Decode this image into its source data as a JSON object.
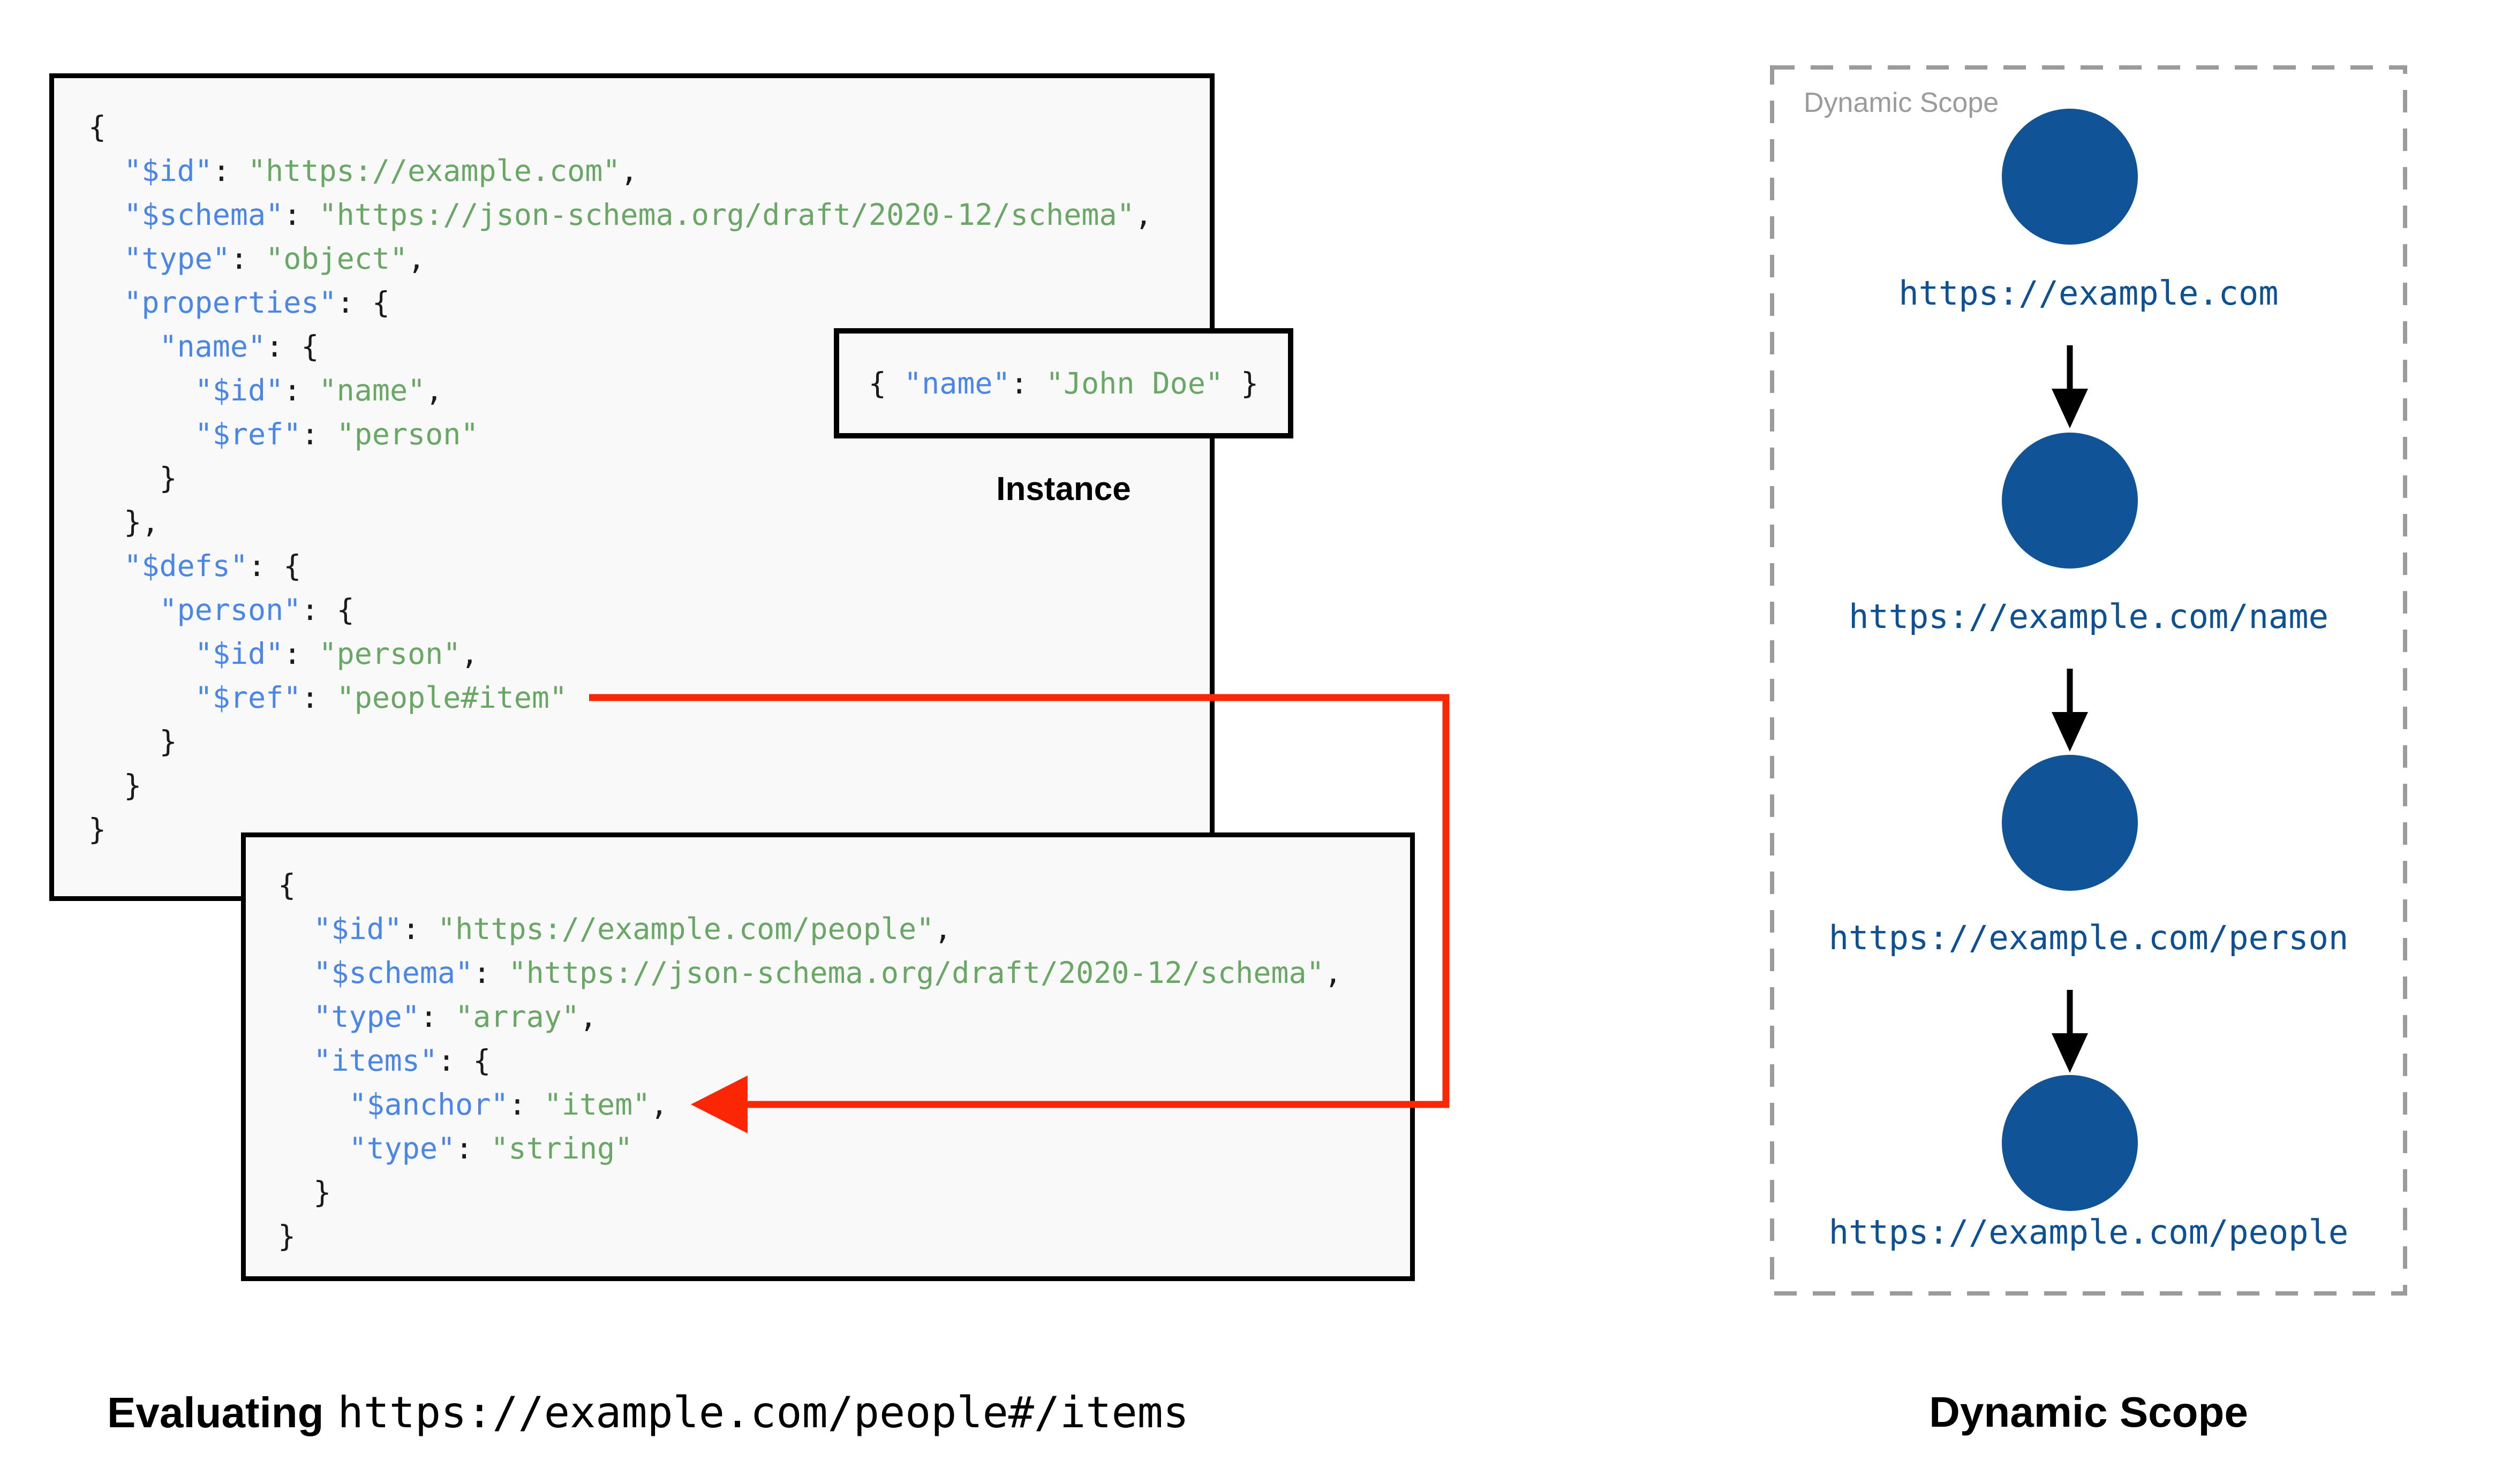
{
  "title": "JSON Schema dynamic scope evaluation diagram",
  "colors": {
    "json_key": "#4a86e8",
    "json_string": "#69a765",
    "json_punct": "#1b1b1b",
    "box_background": "#f9f9fa",
    "box_border": "#000000",
    "connector_red": "#fb2604",
    "node_fill": "#115397",
    "uri_text": "#0e5094",
    "muted_gray": "#9b9b9b",
    "caption_black": "#000000"
  },
  "schema_root": {
    "lines": [
      [
        {
          "c": "p",
          "t": "{"
        }
      ],
      [
        {
          "c": "p",
          "t": "  "
        },
        {
          "c": "k",
          "t": "\"$id\""
        },
        {
          "c": "p",
          "t": ": "
        },
        {
          "c": "s",
          "t": "\"https://example.com\""
        },
        {
          "c": "p",
          "t": ","
        }
      ],
      [
        {
          "c": "p",
          "t": "  "
        },
        {
          "c": "k",
          "t": "\"$schema\""
        },
        {
          "c": "p",
          "t": ": "
        },
        {
          "c": "s",
          "t": "\"https://json-schema.org/draft/2020-12/schema\""
        },
        {
          "c": "p",
          "t": ","
        }
      ],
      [
        {
          "c": "p",
          "t": "  "
        },
        {
          "c": "k",
          "t": "\"type\""
        },
        {
          "c": "p",
          "t": ": "
        },
        {
          "c": "s",
          "t": "\"object\""
        },
        {
          "c": "p",
          "t": ","
        }
      ],
      [
        {
          "c": "p",
          "t": "  "
        },
        {
          "c": "k",
          "t": "\"properties\""
        },
        {
          "c": "p",
          "t": ": {"
        }
      ],
      [
        {
          "c": "p",
          "t": "    "
        },
        {
          "c": "k",
          "t": "\"name\""
        },
        {
          "c": "p",
          "t": ": {"
        }
      ],
      [
        {
          "c": "p",
          "t": "      "
        },
        {
          "c": "k",
          "t": "\"$id\""
        },
        {
          "c": "p",
          "t": ": "
        },
        {
          "c": "s",
          "t": "\"name\""
        },
        {
          "c": "p",
          "t": ","
        }
      ],
      [
        {
          "c": "p",
          "t": "      "
        },
        {
          "c": "k",
          "t": "\"$ref\""
        },
        {
          "c": "p",
          "t": ": "
        },
        {
          "c": "s",
          "t": "\"person\""
        }
      ],
      [
        {
          "c": "p",
          "t": "    }"
        }
      ],
      [
        {
          "c": "p",
          "t": "  },"
        }
      ],
      [
        {
          "c": "p",
          "t": "  "
        },
        {
          "c": "k",
          "t": "\"$defs\""
        },
        {
          "c": "p",
          "t": ": {"
        }
      ],
      [
        {
          "c": "p",
          "t": "    "
        },
        {
          "c": "k",
          "t": "\"person\""
        },
        {
          "c": "p",
          "t": ": {"
        }
      ],
      [
        {
          "c": "p",
          "t": "      "
        },
        {
          "c": "k",
          "t": "\"$id\""
        },
        {
          "c": "p",
          "t": ": "
        },
        {
          "c": "s",
          "t": "\"person\""
        },
        {
          "c": "p",
          "t": ","
        }
      ],
      [
        {
          "c": "p",
          "t": "      "
        },
        {
          "c": "k",
          "t": "\"$ref\""
        },
        {
          "c": "p",
          "t": ": "
        },
        {
          "c": "s",
          "t": "\"people#item\""
        }
      ],
      [
        {
          "c": "p",
          "t": "    }"
        }
      ],
      [
        {
          "c": "p",
          "t": "  }"
        }
      ],
      [
        {
          "c": "p",
          "t": "}"
        }
      ]
    ]
  },
  "schema_people": {
    "lines": [
      [
        {
          "c": "p",
          "t": "{"
        }
      ],
      [
        {
          "c": "p",
          "t": "  "
        },
        {
          "c": "k",
          "t": "\"$id\""
        },
        {
          "c": "p",
          "t": ": "
        },
        {
          "c": "s",
          "t": "\"https://example.com/people\""
        },
        {
          "c": "p",
          "t": ","
        }
      ],
      [
        {
          "c": "p",
          "t": "  "
        },
        {
          "c": "k",
          "t": "\"$schema\""
        },
        {
          "c": "p",
          "t": ": "
        },
        {
          "c": "s",
          "t": "\"https://json-schema.org/draft/2020-12/schema\""
        },
        {
          "c": "p",
          "t": ","
        }
      ],
      [
        {
          "c": "p",
          "t": "  "
        },
        {
          "c": "k",
          "t": "\"type\""
        },
        {
          "c": "p",
          "t": ": "
        },
        {
          "c": "s",
          "t": "\"array\""
        },
        {
          "c": "p",
          "t": ","
        }
      ],
      [
        {
          "c": "p",
          "t": "  "
        },
        {
          "c": "k",
          "t": "\"items\""
        },
        {
          "c": "p",
          "t": ": {"
        }
      ],
      [
        {
          "c": "p",
          "t": "    "
        },
        {
          "c": "k",
          "t": "\"$anchor\""
        },
        {
          "c": "p",
          "t": ": "
        },
        {
          "c": "s",
          "t": "\"item\""
        },
        {
          "c": "p",
          "t": ","
        }
      ],
      [
        {
          "c": "p",
          "t": "    "
        },
        {
          "c": "k",
          "t": "\"type\""
        },
        {
          "c": "p",
          "t": ": "
        },
        {
          "c": "s",
          "t": "\"string\""
        }
      ],
      [
        {
          "c": "p",
          "t": "  }"
        }
      ],
      [
        {
          "c": "p",
          "t": "}"
        }
      ]
    ]
  },
  "instance": {
    "label": "Instance",
    "lines": [
      [
        {
          "c": "p",
          "t": "{ "
        },
        {
          "c": "k",
          "t": "\"name\""
        },
        {
          "c": "p",
          "t": ": "
        },
        {
          "c": "s",
          "t": "\"John Doe\""
        },
        {
          "c": "p",
          "t": " }"
        }
      ]
    ]
  },
  "scope": {
    "title": "Dynamic Scope",
    "nodes": [
      "https://example.com",
      "https://example.com/name",
      "https://example.com/person",
      "https://example.com/people"
    ]
  },
  "captions": {
    "evaluating_prefix": "Evaluating",
    "evaluating_uri": "https://example.com/people#/items",
    "dynamic_scope": "Dynamic Scope"
  }
}
